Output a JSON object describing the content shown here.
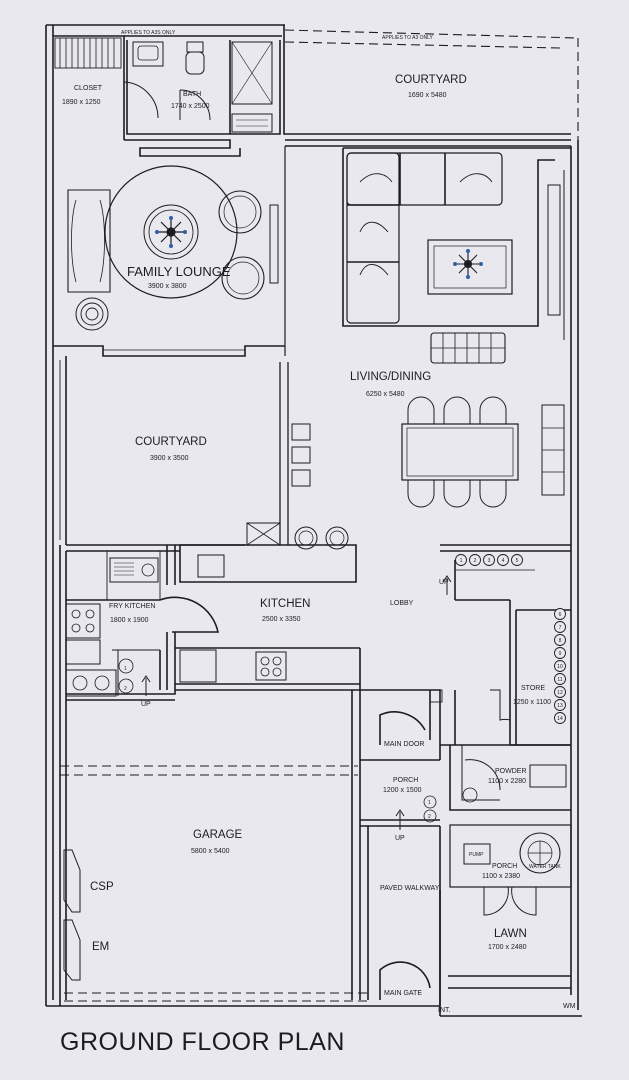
{
  "title": "GROUND FLOOR PLAN",
  "notes": {
    "applies_left": "APPLIES TO A3S ONLY",
    "applies_right": "APPLIES TO A3 ONLY"
  },
  "rooms": {
    "closet": {
      "name": "CLOSET",
      "dim": "1890 x 1250"
    },
    "bath": {
      "name": "BATH",
      "dim": "1740 x 2500"
    },
    "courtyard_top": {
      "name": "COURTYARD",
      "dim": "1690 x 5480"
    },
    "family_lounge": {
      "name": "FAMILY LOUNGE",
      "dim": "3900 x 3800"
    },
    "living_dining": {
      "name": "LIVING/DINING",
      "dim": "6250 x 5480"
    },
    "courtyard_mid": {
      "name": "COURTYARD",
      "dim": "3900 x 3500"
    },
    "fry_kitchen": {
      "name": "FRY KITCHEN",
      "dim": "1800 x 1900"
    },
    "kitchen": {
      "name": "KITCHEN",
      "dim": "2500 x 3350"
    },
    "lobby": {
      "name": "LOBBY"
    },
    "store": {
      "name": "STORE",
      "dim": "1250 x 1100"
    },
    "main_door": {
      "name": "MAIN DOOR"
    },
    "powder": {
      "name": "POWDER",
      "dim": "1100 x 2280"
    },
    "porch_mid": {
      "name": "PORCH",
      "dim": "1200 x 1500"
    },
    "garage": {
      "name": "GARAGE",
      "dim": "5800 x 5400"
    },
    "porch_right": {
      "name": "PORCH",
      "dim": "1100 x 2380"
    },
    "paved_walkway": {
      "name": "PAVED WALKWAY"
    },
    "lawn": {
      "name": "LAWN",
      "dim": "1700 x 2480"
    },
    "main_gate": {
      "name": "MAIN GATE"
    }
  },
  "labels": {
    "csp": "CSP",
    "em": "EM",
    "int": "INT.",
    "wm": "WM",
    "up_stair": "UP",
    "up_kitchen": "UP",
    "up_porch": "UP",
    "pump": "PUMP",
    "water_tank": "WATER TANK"
  },
  "stair_steps": [
    "1",
    "2",
    "3",
    "4",
    "5",
    "6",
    "7",
    "8",
    "9",
    "10",
    "11",
    "12",
    "13",
    "14"
  ],
  "porch_steps": [
    "1",
    "2"
  ],
  "kitchen_steps": [
    "1",
    "2"
  ],
  "colors": {
    "line": "#1c1c22",
    "paper": "#e9e8ee",
    "accent": "#2f5fa8"
  }
}
